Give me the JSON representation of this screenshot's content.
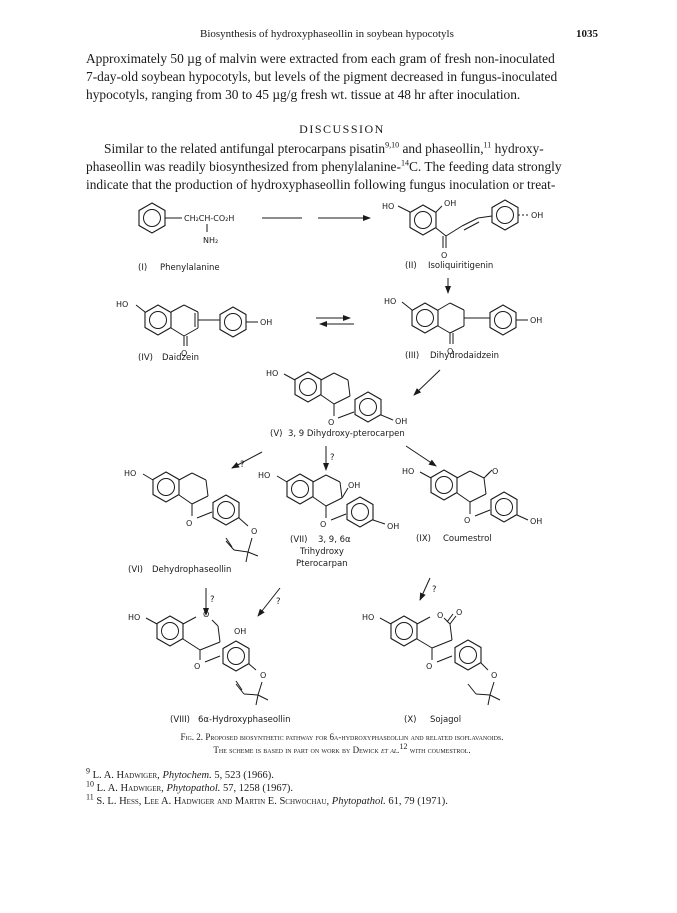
{
  "header": {
    "running_title": "Biosynthesis of hydroxyphaseollin in soybean hypocotyls",
    "page_number": "1035"
  },
  "para1": {
    "l1": "Approximately 50 µg of malvin were extracted from each gram of fresh non-inoculated",
    "l2": "7-day-old soybean hypocotyls, but levels of the pigment decreased in fungus-inoculated",
    "l3": "hypocotyls, ranging from 30 to 45 µg/g fresh wt. tissue at 48 hr after inoculation."
  },
  "heading": "DISCUSSION",
  "para2": {
    "l1a": "Similar to the related antifungal pterocarpans pisatin",
    "l1s1": "9,10",
    "l1b": " and phaseollin,",
    "l1s2": "11",
    "l1c": " hydroxy-",
    "l2a": "phaseollin was readily biosynthesized from phenylalanine-",
    "l2s": "14",
    "l2b": "C. The feeding data strongly",
    "l3": "indicate that the production of hydroxyphaseollin following fungus inoculation or treat-"
  },
  "scheme": {
    "c1": {
      "num": "(I)",
      "name": "Phenylalanine",
      "sub1": "CH₂CH-CO₂H",
      "sub2": "NH₂"
    },
    "c2": {
      "num": "(II)",
      "name": "Isoliquiritigenin"
    },
    "c3": {
      "num": "(III)",
      "name": "Dihydrodaidzein"
    },
    "c4": {
      "num": "(IV)",
      "name": "Daidzein"
    },
    "c5": {
      "num": "(V)",
      "name": "3, 9  Dihydroxy-pterocarpen"
    },
    "c6": {
      "num": "(VI)",
      "name": "Dehydrophaseollin"
    },
    "c7": {
      "num": "(VII)",
      "name": "3, 9, 6α",
      "name2": "Trihydroxy",
      "name3": "Pterocarpan"
    },
    "c8": {
      "num": "(VIII)",
      "name": "6α-Hydroxyphaseollin"
    },
    "c9": {
      "num": "(IX)",
      "name": "Coumestrol"
    },
    "c10": {
      "num": "(X)",
      "name": "Sojagol"
    },
    "atoms": {
      "ho": "HO",
      "oh": "OH",
      "o": "O"
    },
    "uncertain": "?"
  },
  "caption": {
    "line1a": "Fig. 2. ",
    "line1b": "Proposed biosynthetic pathway for 6a-hydroxyphaseollin and related isoflavanoids.",
    "line2a": "The scheme is based in part on work by Dewick ",
    "line2b": "et al.",
    "line2c": "12",
    "line2d": " with coumestrol."
  },
  "footnotes": [
    {
      "num": "9",
      "author": "L. A. Hadwiger, ",
      "journal": "Phytochem.",
      "rest": " 5, 523 (1966)."
    },
    {
      "num": "10",
      "author": "L. A. Hadwiger, ",
      "journal": "Phytopathol.",
      "rest": " 57, 1258 (1967)."
    },
    {
      "num": "11",
      "author": "S. L. Hess, Lee A. Hadwiger and Martin E. Schwochau, ",
      "journal": "Phytopathol.",
      "rest": " 61, 79 (1971)."
    }
  ]
}
